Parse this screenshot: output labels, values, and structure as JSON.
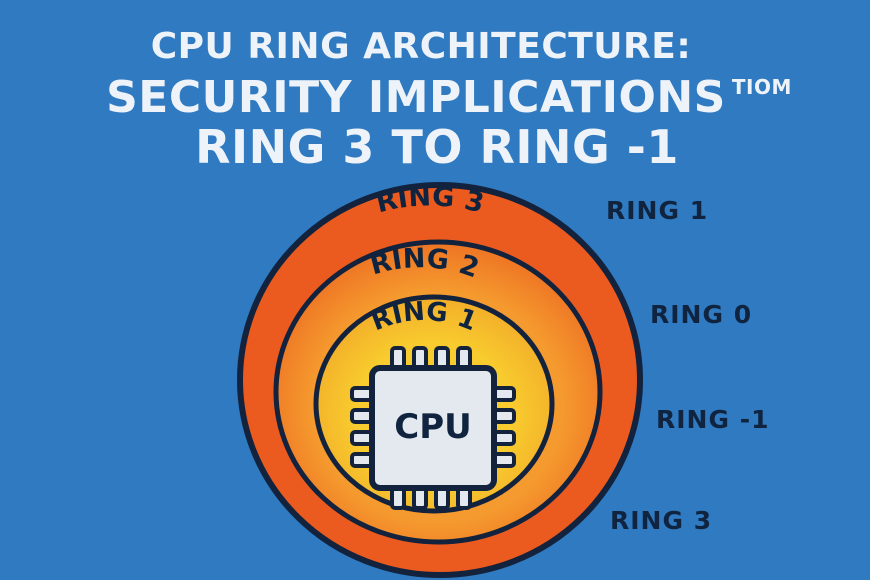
{
  "title": {
    "line1": "CPU RING ARCHITECTURE:",
    "line2": "SECURITY IMPLICATIONS",
    "line2_suffix": "TIOM",
    "line3": "RING 3 TO RING -1"
  },
  "diagram": {
    "outer_ring_label": "RING 3",
    "middle_ring_label": "RING 2",
    "inner_ring_label": "RING 1",
    "chip_label": "CPU",
    "colors": {
      "background": "#2f7ac0",
      "outer_ring": "#eb5a1e",
      "middle_ring": "#f28a2a",
      "inner_ring": "#f6c22e",
      "outline": "#13233d",
      "chip": "#e4e9f0"
    }
  },
  "side_labels": [
    "RING 1",
    "RING 0",
    "RING -1",
    "RING 3"
  ]
}
